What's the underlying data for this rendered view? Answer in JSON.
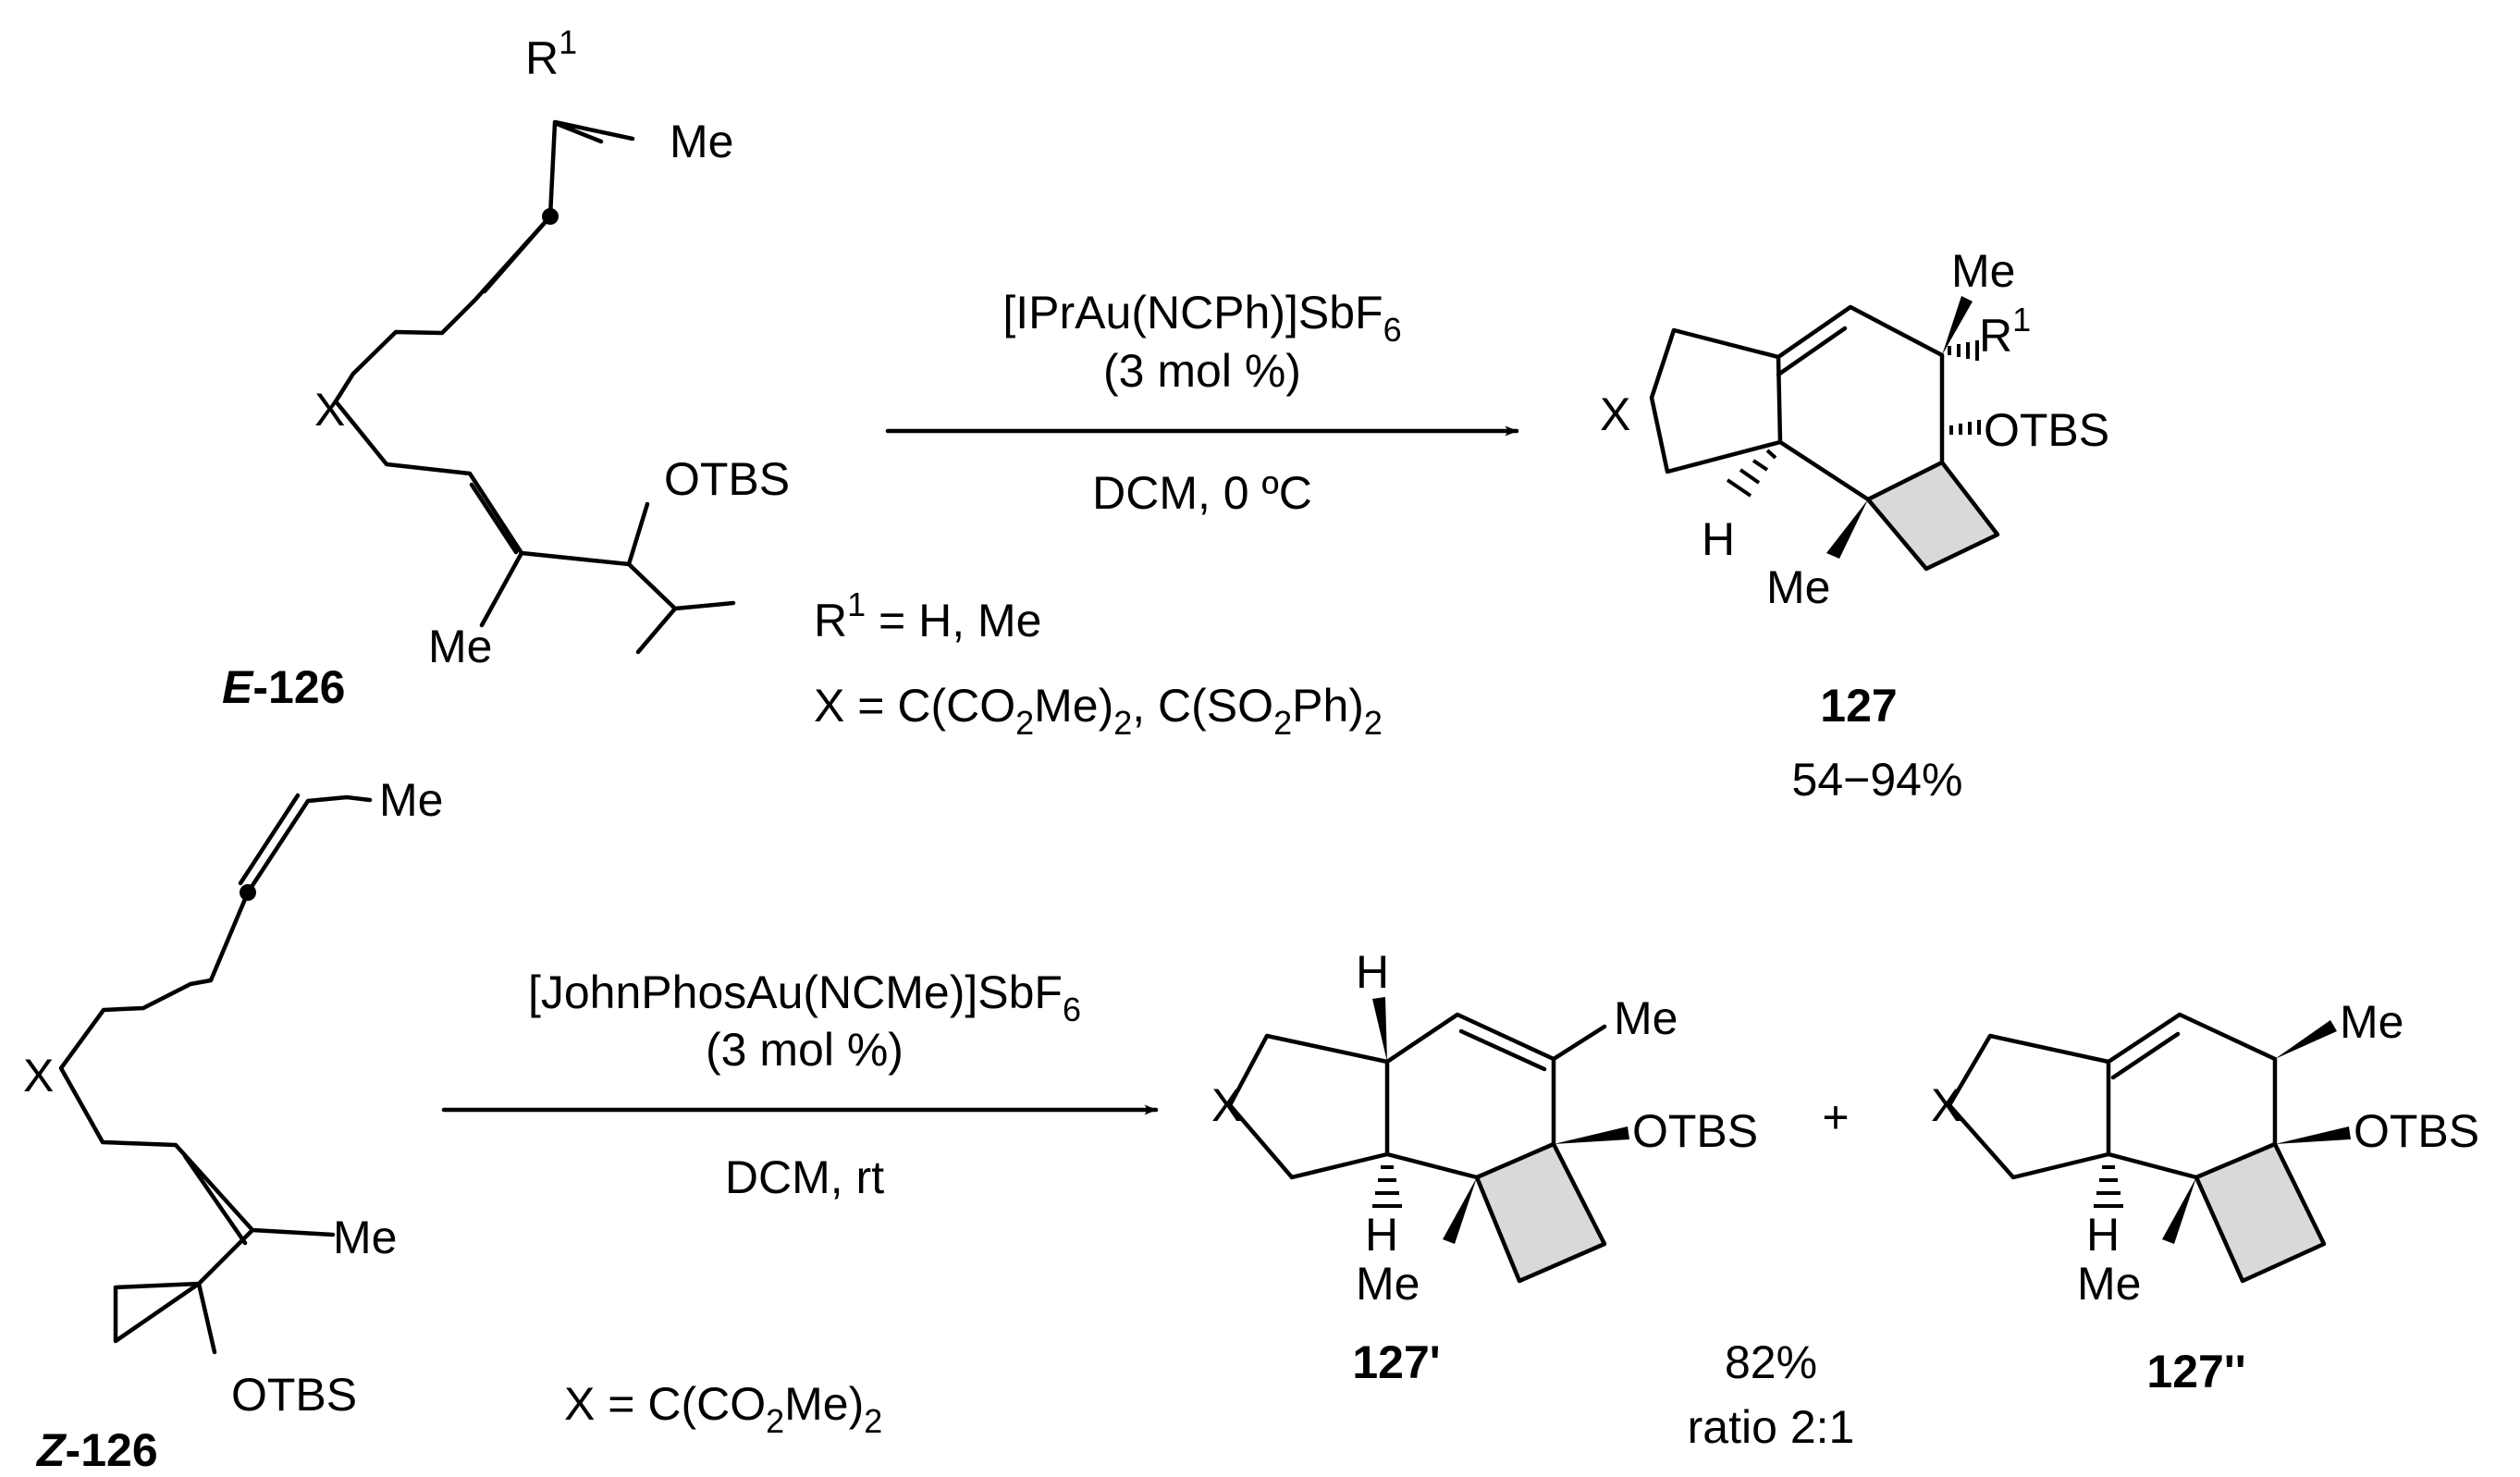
{
  "reaction1": {
    "catalyst": "[IPrAu(NCPh)]SbF6",
    "catalyst_parts": [
      "[IPrAu(NCPh)]SbF",
      "6"
    ],
    "loading": "(3 mol %)",
    "conditions": "DCM, 0 ºC",
    "r1_note": "R1 = H, Me",
    "r1_parts": [
      "R",
      "1",
      " = H, Me"
    ],
    "x_note": "X = C(CO2Me)2, C(SO2Ph)2",
    "x_parts": [
      "X = C(CO",
      "2",
      "Me)",
      "2",
      ", C(SO",
      "2",
      "Ph)",
      "2"
    ]
  },
  "reaction2": {
    "catalyst": "[JohnPhosAu(NCMe)]SbF6",
    "catalyst_parts": [
      "[JohnPhosAu(NCMe)]SbF",
      "6"
    ],
    "loading": "(3 mol %)",
    "conditions": "DCM, rt",
    "x_note": "X = C(CO2Me)2",
    "x_parts": [
      "X = C(CO",
      "2",
      "Me)",
      "2"
    ],
    "yield": "82%",
    "ratio": "ratio 2:1",
    "plus": "+"
  },
  "compounds": {
    "e126": {
      "label_prefix": "E",
      "label_suffix": "-126"
    },
    "z126": {
      "label_prefix": "Z",
      "label_suffix": "-126"
    },
    "c127": {
      "label": "127",
      "yield": "54−94%"
    },
    "c127p": {
      "label": "127'"
    },
    "c127pp": {
      "label": "127''"
    }
  },
  "atom_labels": {
    "r": "R",
    "one": "1",
    "me": "Me",
    "x": "X",
    "otbs": "OTBS",
    "h": "H"
  }
}
